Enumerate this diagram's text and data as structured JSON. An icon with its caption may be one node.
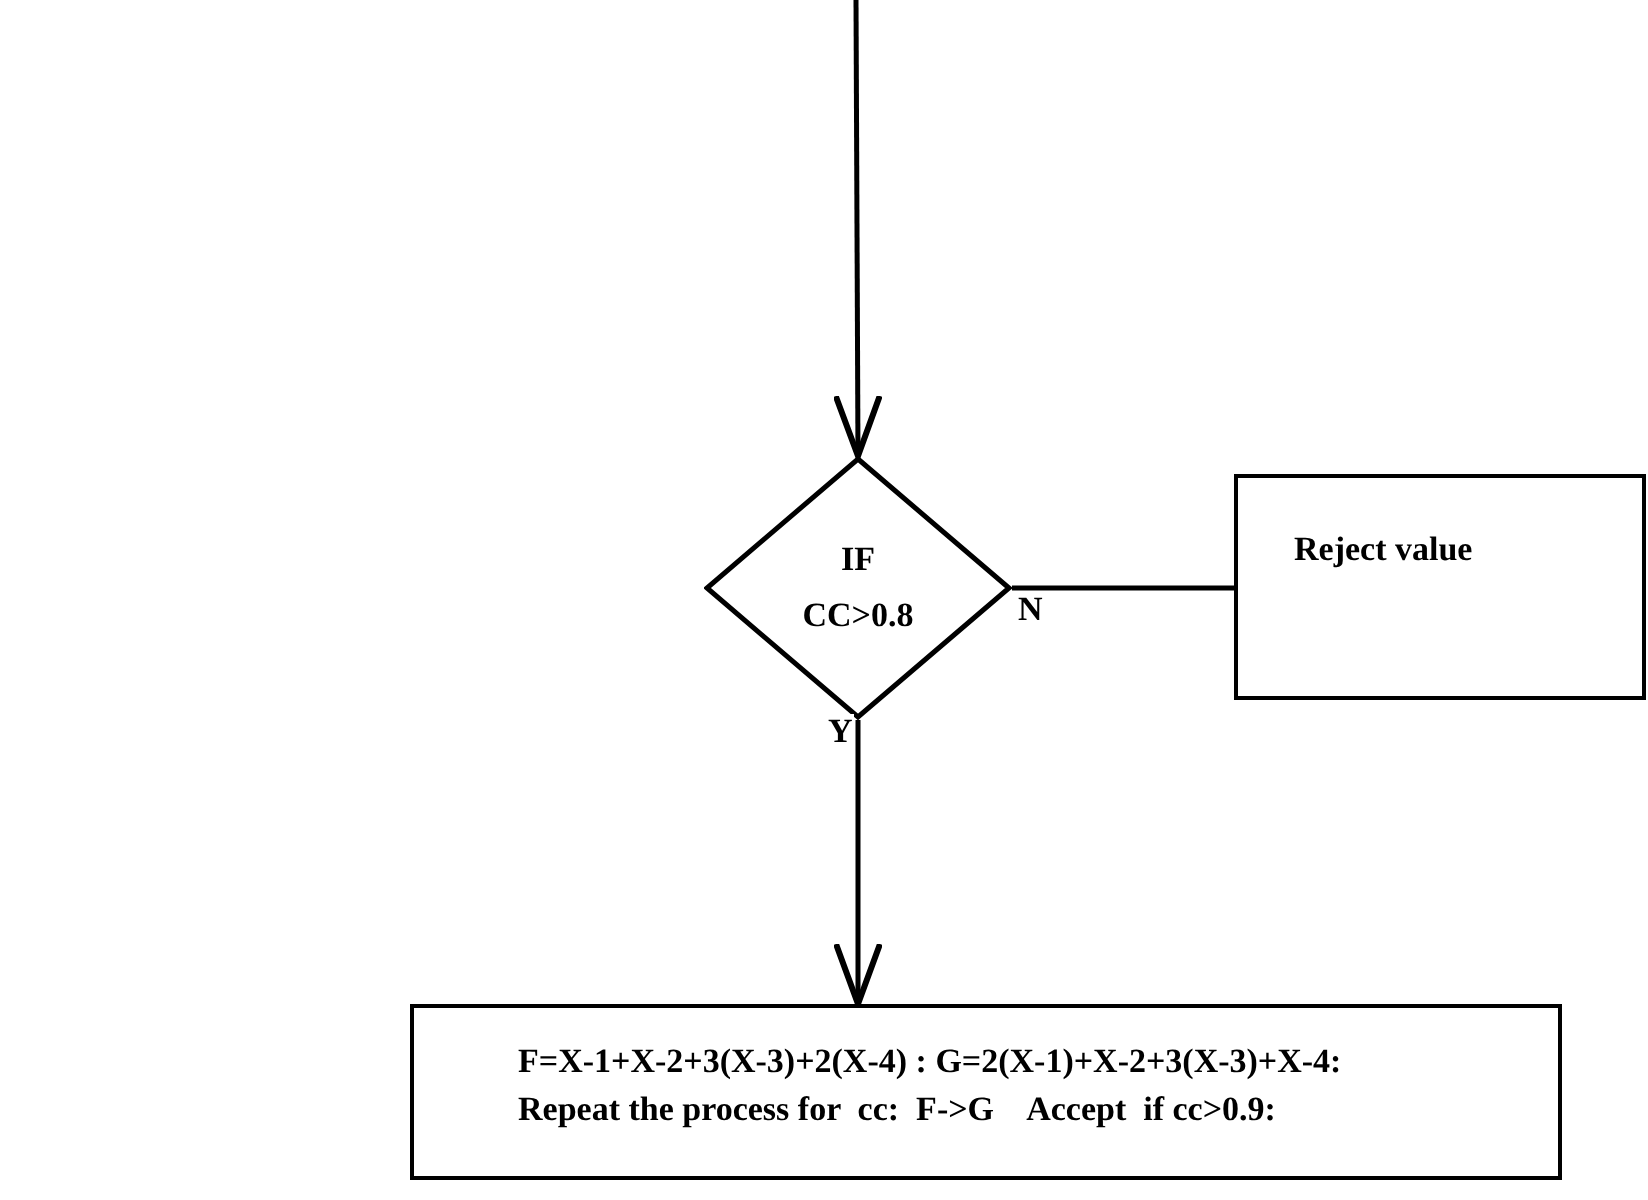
{
  "diagram": {
    "nodes": [
      {
        "text": [
          "IF CC>0.8"
        ]
      },
      {
        "text": [
          "Reject value"
        ]
      },
      {
        "text": [
          "F=X-1+X-2+3(X-3)+2(X-4) : G=2(X-1)+X-2+3(X-3)+X-4:",
          "Repeat the process for  cc:  F->G    Accept  if cc>0.9:"
        ]
      }
    ],
    "edges": [
      {
        "from": null,
        "to": 0,
        "arrow": "to"
      },
      {
        "from": 0,
        "to": 1,
        "label": "N",
        "arrow": "none"
      },
      {
        "from": 0,
        "to": 2,
        "label": "Y",
        "arrow": "to"
      }
    ]
  }
}
